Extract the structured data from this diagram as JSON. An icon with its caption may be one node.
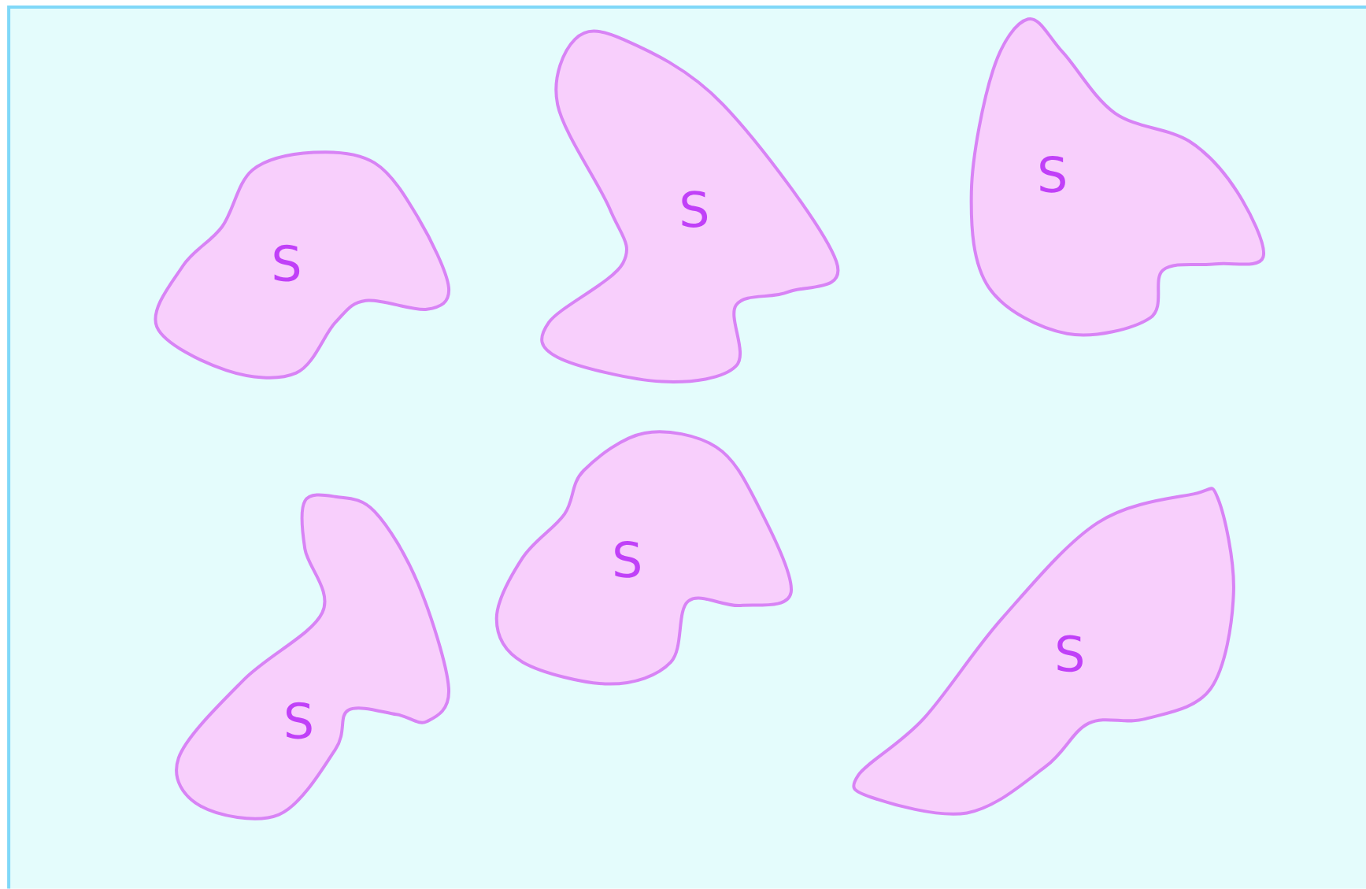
{
  "diagram": {
    "nodes": [
      {
        "text": [
          "S"
        ]
      },
      {
        "text": [
          "S"
        ]
      },
      {
        "text": [
          "S"
        ]
      },
      {
        "text": [
          "S"
        ]
      },
      {
        "text": [
          "S"
        ]
      },
      {
        "text": [
          "S"
        ]
      }
    ]
  }
}
